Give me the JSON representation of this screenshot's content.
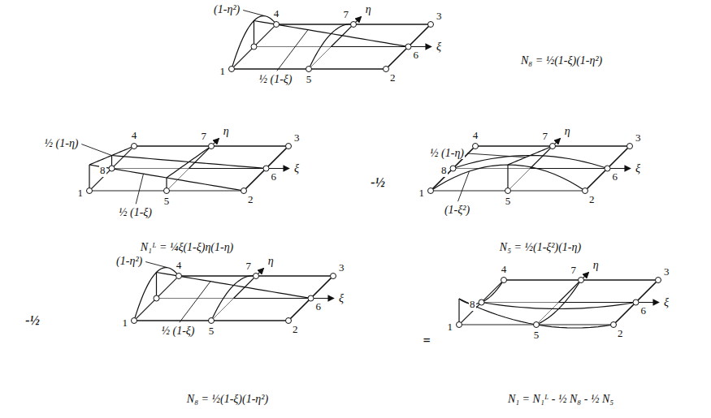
{
  "diagram": {
    "labels": [
      "(1-η²)",
      "4",
      "7",
      "η",
      "3",
      "N₈ = ½(1-ξ)(1-η²)",
      "1",
      "½ (1-ξ)",
      "5",
      "6",
      "ξ",
      "2",
      "½ (1-η)",
      "8",
      "4",
      "7",
      "η",
      "3",
      "1",
      "½ (1-ξ)",
      "5",
      "6",
      "ξ",
      "2",
      "-½",
      "½ (1-η)",
      "4",
      "7",
      "η",
      "3",
      "8",
      "1",
      "6",
      "ξ",
      "(1-ξ²)",
      "5",
      "2",
      "N₁ᴸ = ¼ξ(1-ξ)η(1-η)",
      "N₅ = ½(1-ξ²)(1-η)",
      "-½",
      "(1-η²)",
      "4",
      "7",
      "η",
      "3",
      "1",
      "½ (1-ξ)",
      "5",
      "2",
      "6",
      "ξ",
      "=",
      "8",
      "4",
      "7",
      "η",
      "3",
      "1",
      "6",
      "ξ",
      "5",
      "2",
      "N₈ = ½(1-ξ)(1-η²)",
      "N₁ = N₁ᴸ - ½ N₈ - ½ N₅"
    ]
  }
}
